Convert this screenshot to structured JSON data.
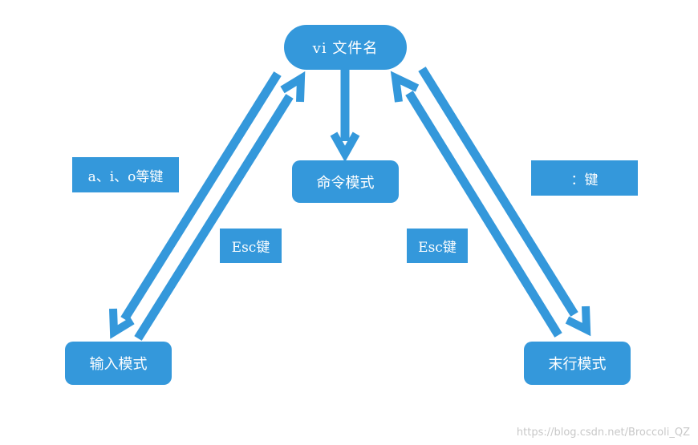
{
  "diagram": {
    "start_node": "vi  文件名",
    "command_mode": "命令模式",
    "insert_mode": "输入模式",
    "last_line_mode": "末行模式",
    "label_insert_keys": "a、i、o等键",
    "label_esc_left": "Esc键",
    "label_esc_right": "Esc键",
    "label_colon_key": "：键"
  },
  "colors": {
    "accent": "#3498db",
    "text": "#ffffff"
  },
  "watermark": "https://blog.csdn.net/Broccoli_QZ"
}
